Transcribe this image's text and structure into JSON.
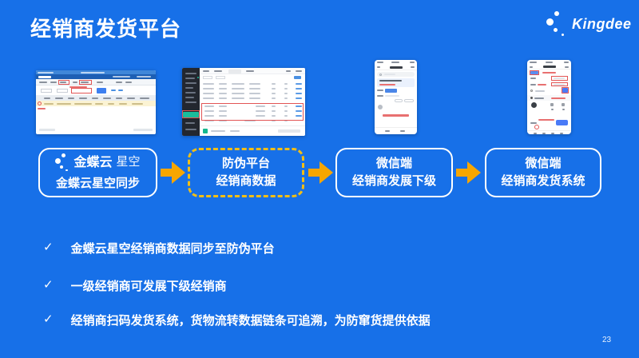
{
  "slide": {
    "title": "经销商发货平台",
    "page_number": "23"
  },
  "brand": {
    "name": "Kingdee",
    "product_bold": "金蝶云",
    "product_light": "星空"
  },
  "flow": {
    "boxes": [
      {
        "line1": "",
        "line2": "金蝶云星空同步",
        "style": "solid-with-logo"
      },
      {
        "line1": "防伪平台",
        "line2": "经销商数据",
        "style": "dashed"
      },
      {
        "line1": "微信端",
        "line2": "经销商发展下级",
        "style": "solid"
      },
      {
        "line1": "微信端",
        "line2": "经销商发货系统",
        "style": "solid"
      }
    ]
  },
  "bullet_marker": "✓",
  "bullets": [
    "金蝶云星空经销商数据同步至防伪平台",
    "一级经销商可发展下级经销商",
    "经销商扫码发货系统，货物流转数据链条可追溯，为防窜货提供依据"
  ],
  "screenshots": [
    {
      "name": "kingdee-cloud-erp-list",
      "type": "desktop-app",
      "annotations": "red highlight boxes and circle on toolbar, filter input and first table row"
    },
    {
      "name": "anti-counterfeit-admin-distributor-data",
      "type": "web-admin",
      "annotations": "red box on sidebar menu item and around table rows"
    },
    {
      "name": "wechat-distributor-develop-subordinate",
      "type": "mobile",
      "annotations": "red hint text in page body"
    },
    {
      "name": "wechat-distributor-shipping-form",
      "type": "mobile",
      "annotations": "red boxes on form fields, button and bottom counter"
    }
  ],
  "colors": {
    "background": "#1770E8",
    "arrow_yellow": "#F7A600",
    "dashed_border_yellow": "#F2BE15",
    "annotation_red": "#E25555",
    "teal_accent": "#1ABC9C",
    "erp_titlebar_blue": "#3F87D9",
    "highlight_row_yellow": "#FBF3D3"
  }
}
